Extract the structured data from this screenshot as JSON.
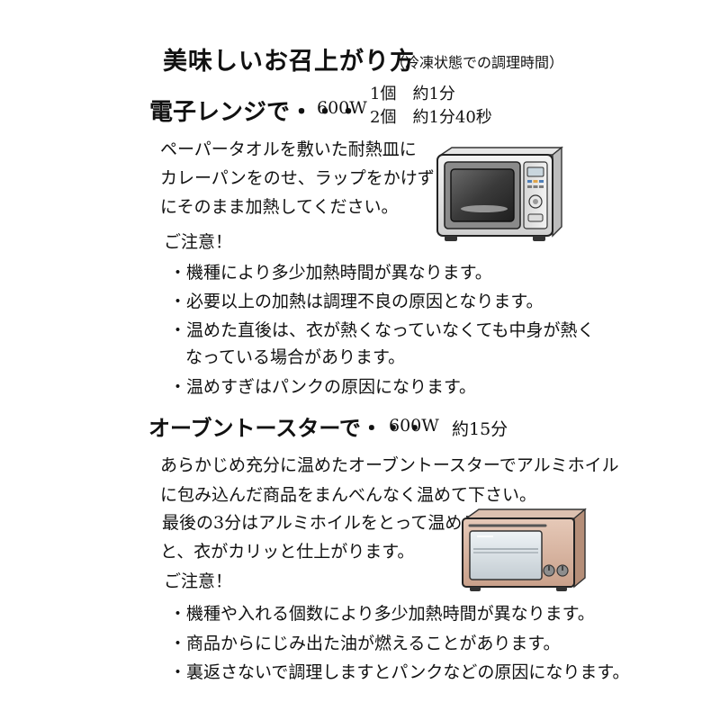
{
  "title": {
    "main": "美味しいお召上がり方",
    "sub": "（冷凍状態での調理時間）"
  },
  "microwave": {
    "heading": "電子レンジで・・・",
    "watt": "600W",
    "time_1": "1個　約1分",
    "time_2": "2個　約1分40秒",
    "body": [
      "ペーパータオルを敷いた耐熱皿に",
      "カレーパンをのせ、ラップをかけず",
      "にそのまま加熱してください。"
    ],
    "caution_label": "ご注意！",
    "bullets": [
      "・機種により多少加熱時間が異なります。",
      "・必要以上の加熱は調理不良の原因となります。",
      "・温めた直後は、衣が熱くなっていなくても中身が熱く",
      "なっている場合があります。",
      "・温めすぎはパンクの原因になります。"
    ]
  },
  "toaster": {
    "heading": "オーブントースターで・・・",
    "watt": "600W",
    "time": "約15分",
    "body": [
      "あらかじめ充分に温めたオーブントースターでアルミホイル",
      "に包み込んだ商品をまんべんなく温めて下さい。",
      "最後の3分はアルミホイルをとって温める",
      "と、衣がカリッと仕上がります。"
    ],
    "caution_label": "ご注意！",
    "bullets": [
      "・機種や入れる個数により多少加熱時間が異なります。",
      "・商品からにじみ出た油が燃えることがあります。",
      "・裏返さないで調理しますとパンクなどの原因になります。"
    ]
  }
}
